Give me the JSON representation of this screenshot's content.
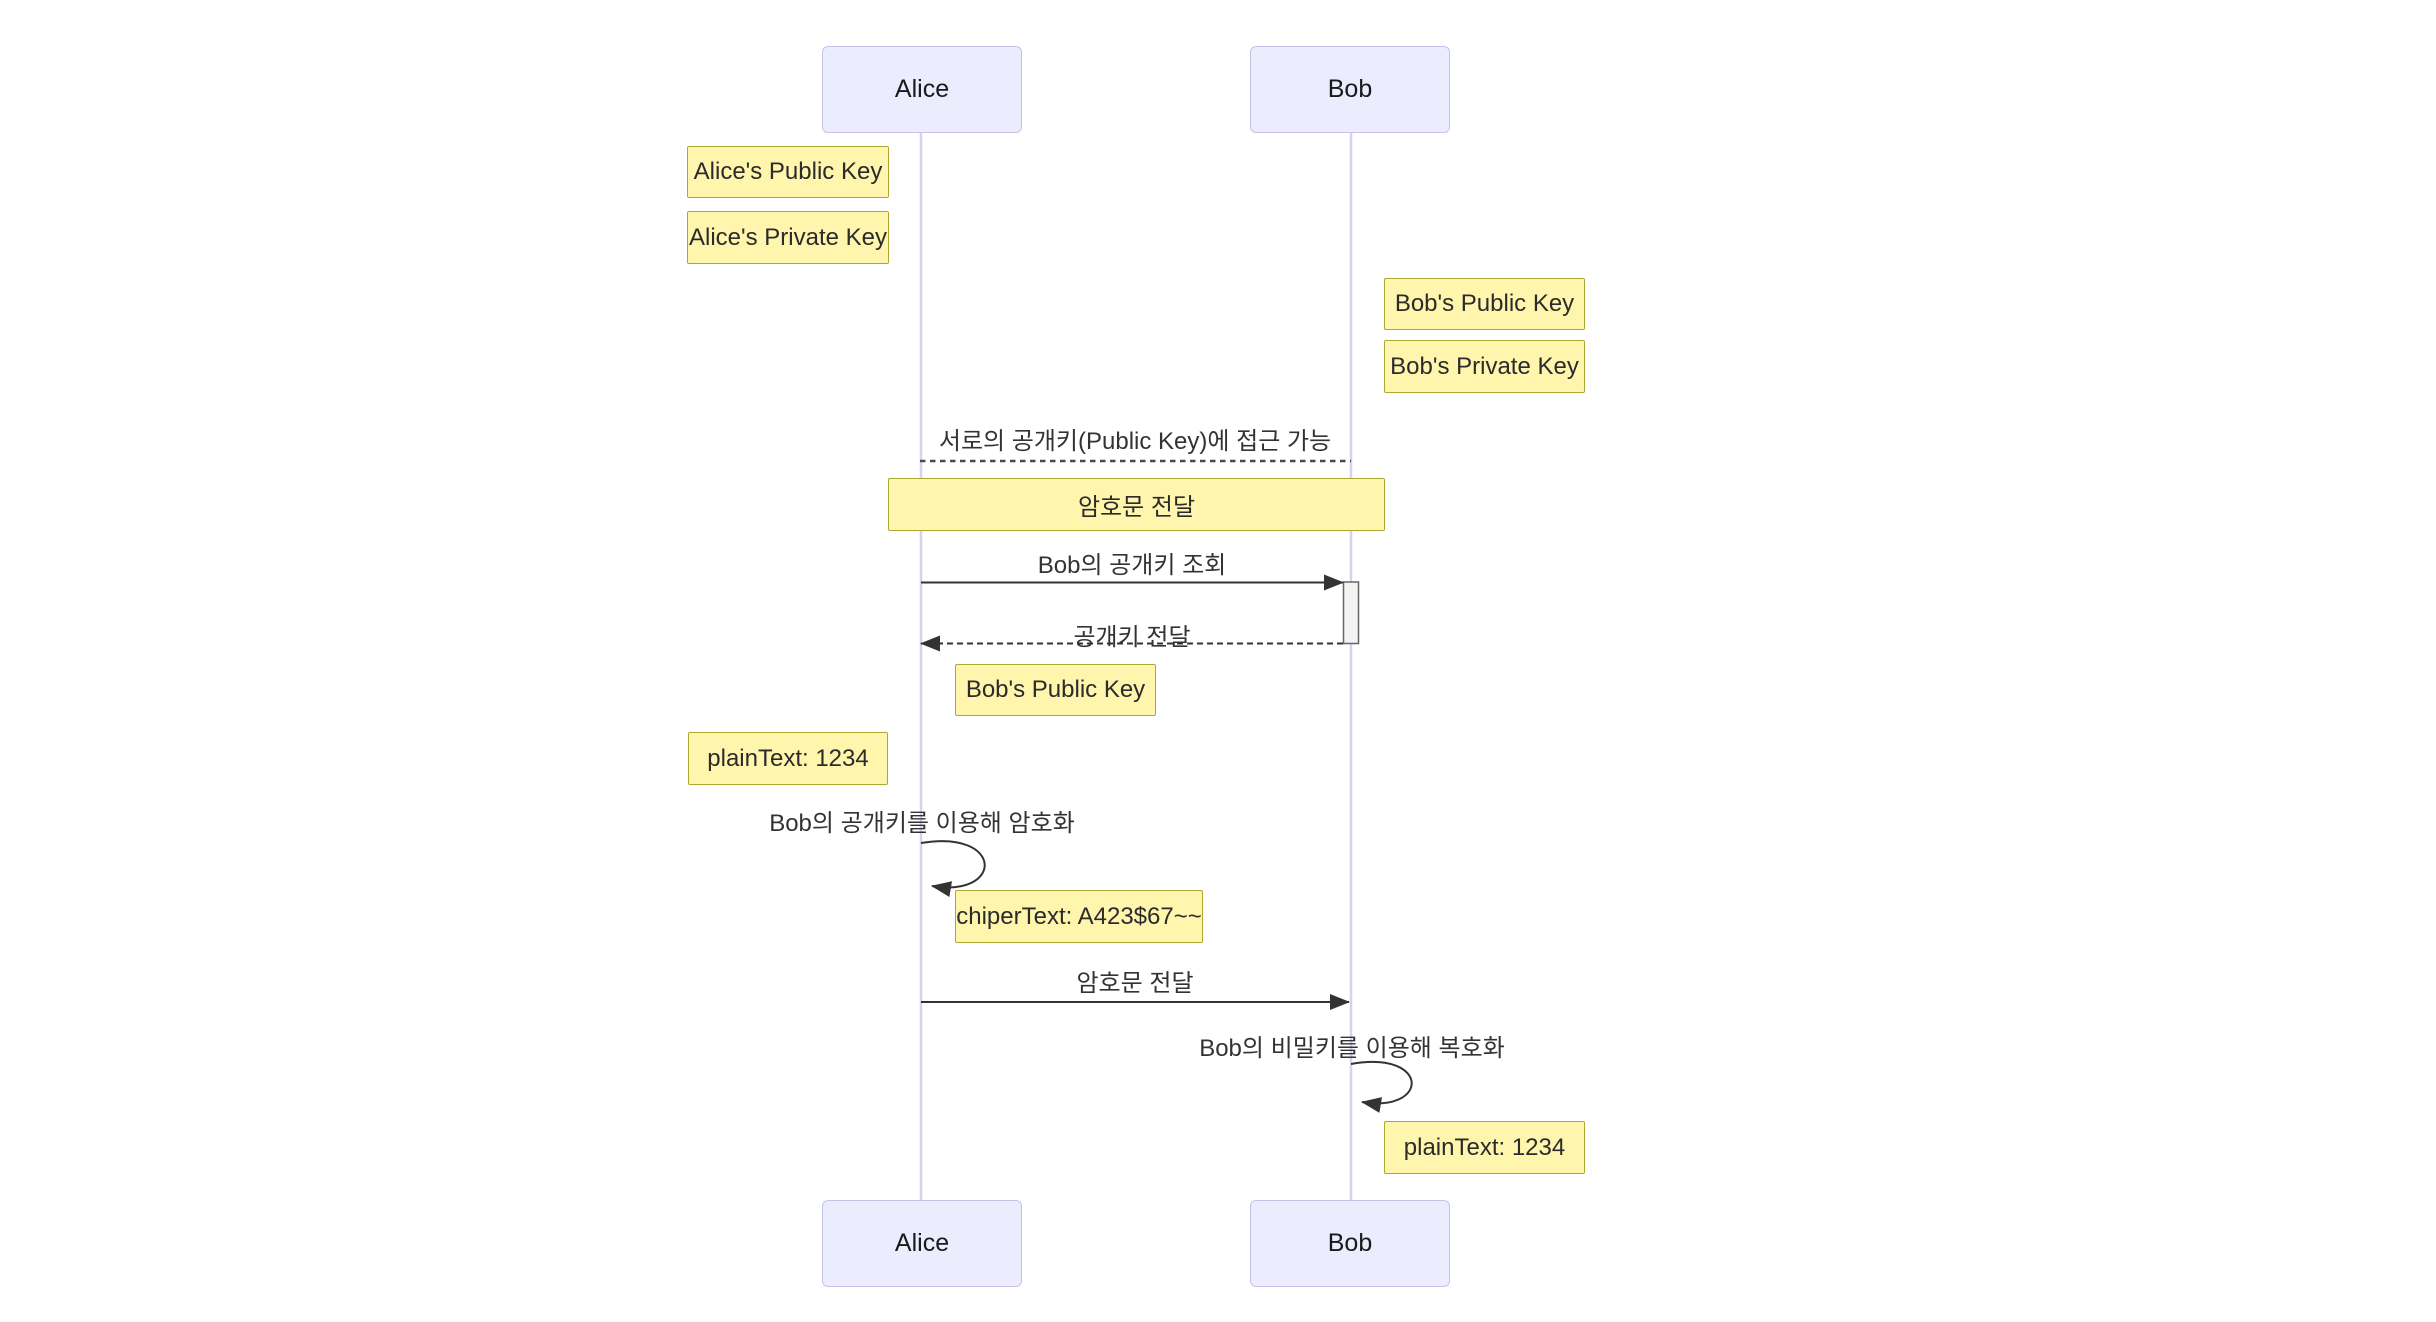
{
  "diagram": {
    "type": "sequence-diagram",
    "actors": {
      "alice": "Alice",
      "bob": "Bob"
    },
    "notes": {
      "alice_public_key": "Alice's Public Key",
      "alice_private_key": "Alice's Private Key",
      "bob_public_key": "Bob's Public Key",
      "bob_private_key": "Bob's Private Key",
      "cipher_overview": "암호문 전달",
      "bob_public_key_received": "Bob's Public Key",
      "plaintext_alice": "plainText: 1234",
      "ciphertext": "chiperText: A423$67~~",
      "plaintext_bob": "plainText: 1234"
    },
    "divider": {
      "label": "서로의 공개키(Public Key)에 접근 가능"
    },
    "messages": {
      "request_public_key": "Bob의 공개키 조회",
      "deliver_public_key": "공개키 전달",
      "encrypt_with_public_key": "Bob의 공개키를 이용해 암호화",
      "send_ciphertext": "암호문 전달",
      "decrypt_with_private_key": "Bob의 비밀키를 이용해 복호화"
    },
    "colors": {
      "actor_fill": "#ECECFF",
      "actor_border": "#C8C2E9",
      "note_fill": "#FFF5AD",
      "note_border": "#AAAA33",
      "lifeline": "#D8D2F0",
      "activation_fill": "#F4F4F4",
      "activation_border": "#666666",
      "arrow": "#333333",
      "text": "#333333"
    }
  }
}
